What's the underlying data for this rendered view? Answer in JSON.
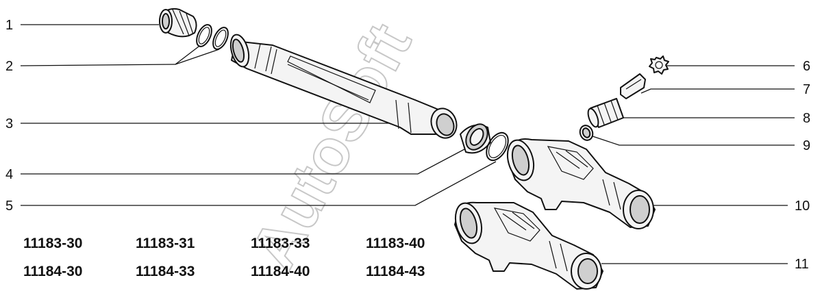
{
  "callouts": [
    "1",
    "2",
    "3",
    "4",
    "5",
    "6",
    "7",
    "8",
    "9",
    "10",
    "11"
  ],
  "model_codes": {
    "row1": [
      "11183-30",
      "11183-31",
      "11183-33",
      "11183-40"
    ],
    "row2": [
      "11184-30",
      "11184-33",
      "11184-40",
      "11184-43"
    ]
  },
  "watermark": "AutoSoft"
}
